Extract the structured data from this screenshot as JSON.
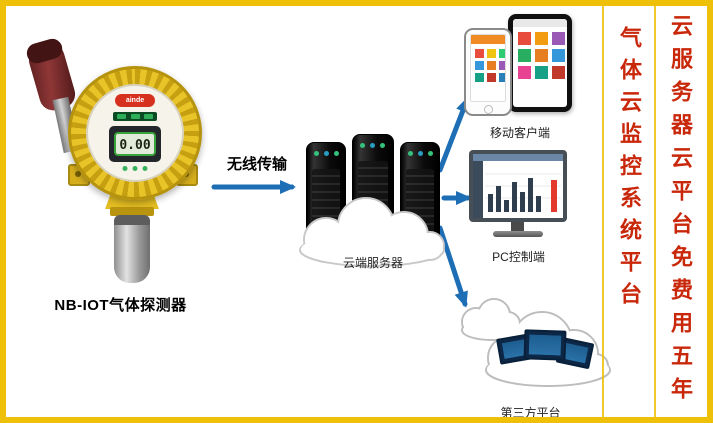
{
  "colors": {
    "frame": "#efc008",
    "arrow": "#1e6eb5",
    "banner_text": "#c9270a",
    "detector_yellow": "#e9c428"
  },
  "detector": {
    "label": "NB-IOT气体探测器",
    "brand": "ainde",
    "display_value": "0.00"
  },
  "transmission": {
    "label": "无线传输"
  },
  "cloud_server": {
    "label": "云端服务器"
  },
  "endpoints": {
    "mobile": {
      "label": "移动客户端"
    },
    "pc": {
      "label": "PC控制端"
    },
    "third_party": {
      "label": "第三方平台"
    }
  },
  "side_banner": {
    "column_left": "气体云监控系统平台",
    "column_right": "云服务器云平台免费用五年"
  }
}
